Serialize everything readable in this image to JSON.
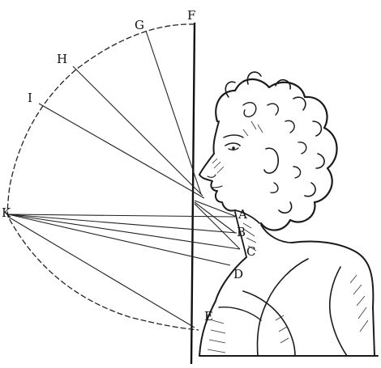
{
  "labels": {
    "F": "F",
    "G": "G",
    "H": "H",
    "I": "I",
    "K": "K",
    "A": "A",
    "B": "B",
    "C": "C",
    "D": "D",
    "E": "E"
  }
}
